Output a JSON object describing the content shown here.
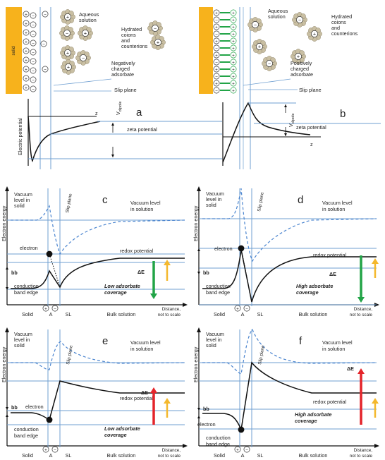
{
  "colors": {
    "solid": "#f7b21c",
    "blue_line": "#6f9fd1",
    "dashed": "#4a84cf",
    "bead": "#c9bfa3",
    "bead_edge": "#8e8366",
    "green": "#22a447",
    "orange": "#f4b82d",
    "red": "#e4242a",
    "curve": "#111111"
  },
  "top": {
    "solid_label": "solid",
    "aqueous": [
      "Aqueous",
      "solution"
    ],
    "hydrated": [
      "Hydrated",
      "coions",
      "and",
      "counterions"
    ],
    "neg_adsorbate": [
      "Negatively",
      "charged",
      "adsorbate"
    ],
    "pos_adsorbate": [
      "Positively",
      "charged",
      "adsorbate"
    ],
    "slip_plane": "Slip plane",
    "electric_potential": "Electric potential",
    "zeta": "zeta potential",
    "z": "z",
    "vdipole_v": "V",
    "vdipole_sub": "dipole",
    "letter_a": "a",
    "letter_b": "b"
  },
  "energy": {
    "ylabel": "Electron energy",
    "vac_solid": [
      "Vacuum",
      "level in",
      "solid"
    ],
    "vac_solution": [
      "Vacuum level",
      "in solution"
    ],
    "slip": [
      "Slip",
      "plane"
    ],
    "electron": "electron",
    "redox": "redox potential",
    "bb": "bb",
    "cbe": [
      "conduction",
      "band edge"
    ],
    "delta_e": "ΔE",
    "low_cov": [
      "Low adsorbate",
      "coverage"
    ],
    "high_cov": [
      "High adsorbate",
      "coverage"
    ],
    "solid": "Solid",
    "a": "A",
    "sl": "SL",
    "bulk": "Bulk solution",
    "distance": [
      "Distance,",
      "not to scale"
    ],
    "minus": "−",
    "plus": "+",
    "letters": [
      "c",
      "d",
      "e",
      "f"
    ]
  }
}
